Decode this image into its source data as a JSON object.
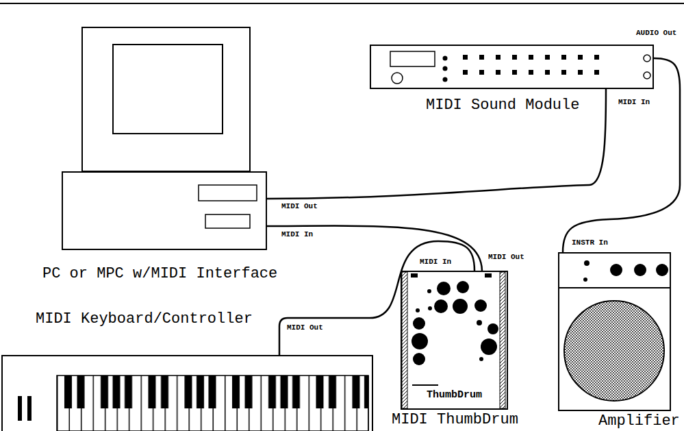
{
  "diagram": {
    "nodes": [
      {
        "text": [
          "PC or MPC w/MIDI Interface"
        ]
      },
      {
        "text": [
          "MIDI Sound Module"
        ]
      },
      {
        "text": [
          "MIDI Keyboard/Controller"
        ]
      },
      {
        "text": [
          "ThumbDrum",
          "MIDI ThumbDrum"
        ]
      },
      {
        "text": [
          "Amplifier"
        ]
      }
    ],
    "edges": [
      {
        "from": 0,
        "to": 1,
        "arrow": "none"
      },
      {
        "from": 3,
        "to": 0,
        "arrow": "none"
      },
      {
        "from": 2,
        "to": 3,
        "arrow": "none"
      },
      {
        "from": 1,
        "to": 4,
        "arrow": "none"
      }
    ],
    "labels": [
      "AUDIO Out",
      "MIDI In",
      "MIDI Out",
      "MIDI In",
      "INSTR In",
      "MIDI Out",
      "MIDI In",
      "MIDI Out"
    ]
  }
}
